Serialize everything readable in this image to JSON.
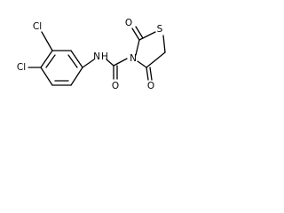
{
  "molecule": {
    "atoms": {
      "cl_top": "Cl",
      "cl_bottom": "Cl",
      "nh": "N",
      "h": "H",
      "n_ring": "N",
      "s_ring": "S",
      "o_top": "O",
      "o_carbonyl": "O",
      "o_bottom": "O"
    }
  },
  "colors": {
    "bond": "#000000",
    "label": "#000000",
    "background": "#ffffff"
  }
}
